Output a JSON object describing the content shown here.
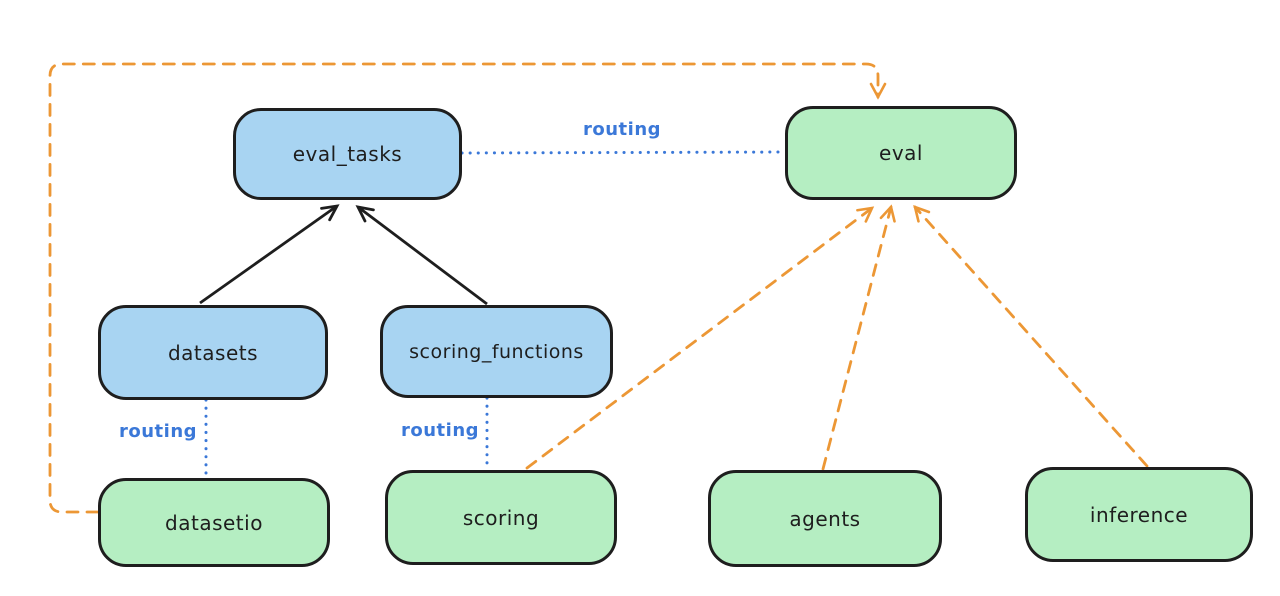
{
  "diagram": {
    "background": "#ffffff",
    "nodes": [
      {
        "id": "eval_tasks",
        "label": "eval_tasks",
        "kind": "resource"
      },
      {
        "id": "eval",
        "label": "eval",
        "kind": "api"
      },
      {
        "id": "datasets",
        "label": "datasets",
        "kind": "resource"
      },
      {
        "id": "scoring_functions",
        "label": "scoring_functions",
        "kind": "resource"
      },
      {
        "id": "datasetio",
        "label": "datasetio",
        "kind": "api"
      },
      {
        "id": "scoring",
        "label": "scoring",
        "kind": "api"
      },
      {
        "id": "agents",
        "label": "agents",
        "kind": "api"
      },
      {
        "id": "inference",
        "label": "inference",
        "kind": "api"
      }
    ],
    "edges": [
      {
        "from": "datasets",
        "to": "eval_tasks",
        "style": "solid",
        "color": "#1e1e1e",
        "label": ""
      },
      {
        "from": "scoring_functions",
        "to": "eval_tasks",
        "style": "solid",
        "color": "#1e1e1e",
        "label": ""
      },
      {
        "from": "eval_tasks",
        "to": "eval",
        "style": "dotted",
        "color": "#3b78d8",
        "label": "routing"
      },
      {
        "from": "datasets",
        "to": "datasetio",
        "style": "dotted",
        "color": "#3b78d8",
        "label": "routing"
      },
      {
        "from": "scoring_functions",
        "to": "scoring",
        "style": "dotted",
        "color": "#3b78d8",
        "label": "routing"
      },
      {
        "from": "datasetio",
        "to": "eval",
        "style": "dashed-arrow",
        "color": "#ec9735",
        "label": ""
      },
      {
        "from": "scoring",
        "to": "eval",
        "style": "dashed-arrow",
        "color": "#ec9735",
        "label": ""
      },
      {
        "from": "agents",
        "to": "eval",
        "style": "dashed-arrow",
        "color": "#ec9735",
        "label": ""
      },
      {
        "from": "inference",
        "to": "eval",
        "style": "dashed-arrow",
        "color": "#ec9735",
        "label": ""
      }
    ],
    "colors": {
      "resource_fill": "#a8d4f2",
      "api_fill": "#b5eec2",
      "node_stroke": "#1e1e1e",
      "routing_blue": "#3b78d8",
      "dependency_orange": "#ec9735"
    }
  }
}
